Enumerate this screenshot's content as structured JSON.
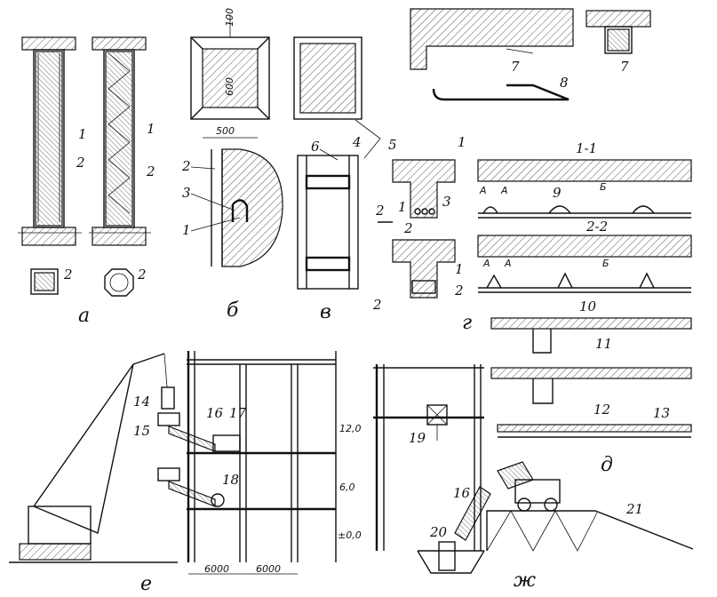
{
  "panel_letters": {
    "a": "а",
    "b": "б",
    "v": "в",
    "g": "г",
    "d": "д",
    "e": "е",
    "zh": "ж"
  },
  "callouts": {
    "n1": "1",
    "n2": "2",
    "n3": "3",
    "n4": "4",
    "n5": "5",
    "n6": "6",
    "n7": "7",
    "n8": "8",
    "n9": "9",
    "n10": "10",
    "n11": "11",
    "n12": "12",
    "n13": "13",
    "n14": "14",
    "n15": "15",
    "n16": "16",
    "n17": "17",
    "n18": "18",
    "n19": "19",
    "n20": "20",
    "n21": "21"
  },
  "dimensions": {
    "d100": "100",
    "d600": "600",
    "d500": "500",
    "d6000a": "6000",
    "d6000b": "6000"
  },
  "elevations": {
    "e12": "12,0",
    "e6": "6,0",
    "e0": "±0,0"
  },
  "sections": {
    "s11": "1-1",
    "s22": "2-2",
    "A": "А",
    "B": "Б",
    "c1": "1",
    "c2": "2"
  }
}
